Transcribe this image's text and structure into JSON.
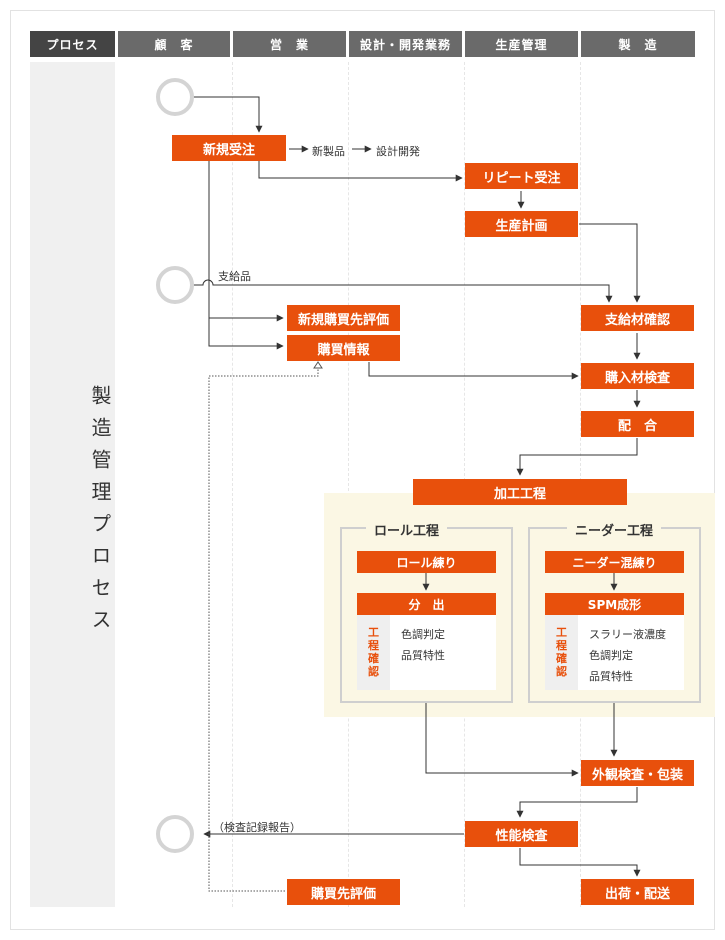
{
  "header": {
    "process": "プロセス",
    "columns": [
      "顧　客",
      "営　業",
      "設計・開発業務",
      "生産管理",
      "製　造"
    ]
  },
  "side_title": "製造管理プロセス",
  "boxes": {
    "new_order": "新規受注",
    "repeat_order": "リピート受注",
    "production_plan": "生産計画",
    "new_supplier_eval": "新規購買先評価",
    "purchase_info": "購買情報",
    "supplied_material_check": "支給材確認",
    "incoming_inspection": "購入材検査",
    "compounding": "配　合",
    "processing": "加工工程",
    "appearance_packing": "外観検査・包装",
    "performance_test": "性能検査",
    "supplier_eval": "購買先評価",
    "shipping": "出荷・配送"
  },
  "labels": {
    "new_product": "新製品",
    "design_dev": "設計開発",
    "supplied": "支給品",
    "inspection_report": "（検査記録報告）"
  },
  "roll": {
    "title": "ロール工程",
    "step1": "ロール練り",
    "step2": "分　出",
    "check_label": "工程確認",
    "items": [
      "色調判定",
      "品質特性"
    ]
  },
  "kneader": {
    "title": "ニーダー工程",
    "step1": "ニーダー混練り",
    "step2": "SPM成形",
    "check_label": "工程確認",
    "items": [
      "スラリー液濃度",
      "色調判定",
      "品質特性"
    ]
  },
  "colors": {
    "accent": "#e8500c",
    "header": "#6a6a6a",
    "header_first": "#444444",
    "panel": "#fbf7e4"
  }
}
